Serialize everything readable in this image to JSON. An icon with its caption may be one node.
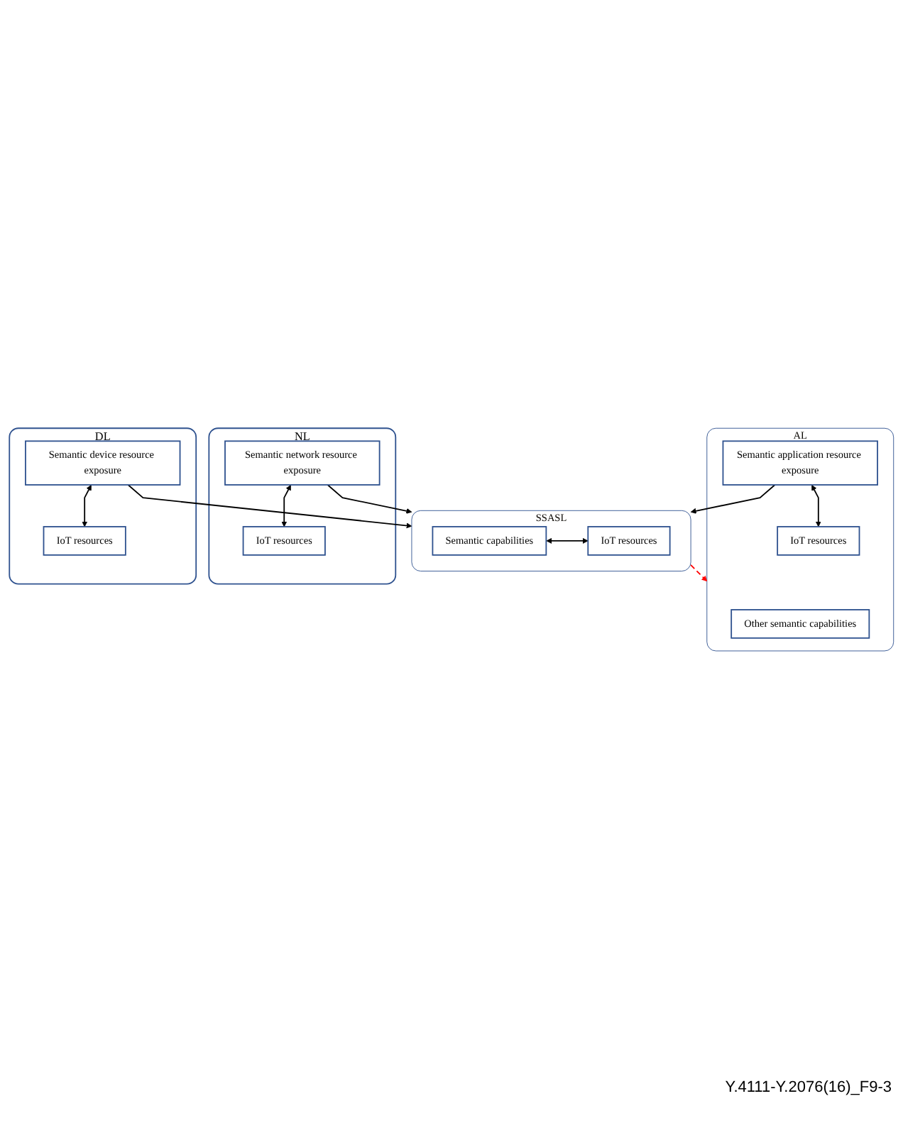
{
  "diagram": {
    "nodes": [
      {
        "text": [
          "AL"
        ]
      },
      {
        "text": [
          "Other semantic capabilities"
        ],
        "in": 0
      },
      {
        "text": [
          "Semantic application resource exposure"
        ],
        "in": 0
      },
      {
        "text": [
          "IoT resources"
        ],
        "in": 0
      },
      {
        "text": [
          "SSASL"
        ]
      },
      {
        "text": [
          "Semantic capabilities"
        ],
        "in": 4
      },
      {
        "text": [
          "IoT resources"
        ],
        "in": 4
      },
      {
        "text": [
          "NL"
        ]
      },
      {
        "text": [
          "Semantic network resource exposure"
        ],
        "in": 7
      },
      {
        "text": [
          "IoT resources"
        ],
        "in": 7
      },
      {
        "text": [
          "DL"
        ]
      },
      {
        "text": [
          "Semantic device resource exposure"
        ],
        "in": 10
      },
      {
        "text": [
          "IoT resources"
        ],
        "in": 10
      }
    ],
    "edges": [
      {
        "from": 2,
        "to": 3,
        "arrow": "both"
      },
      {
        "from": 5,
        "to": 6,
        "arrow": "both"
      },
      {
        "from": 8,
        "to": 9,
        "arrow": "both"
      },
      {
        "from": 11,
        "to": 12,
        "arrow": "both"
      },
      {
        "from": 2,
        "to": 4,
        "arrow": "to"
      },
      {
        "from": 8,
        "to": 4,
        "arrow": "to"
      },
      {
        "from": 11,
        "to": 4,
        "arrow": "to"
      },
      {
        "from": 4,
        "to": 0,
        "arrow": "to",
        "style": "dashed",
        "color": "#ff0000"
      }
    ],
    "labels": [
      "Y.4111-Y.2076(16)_F9-3"
    ]
  }
}
